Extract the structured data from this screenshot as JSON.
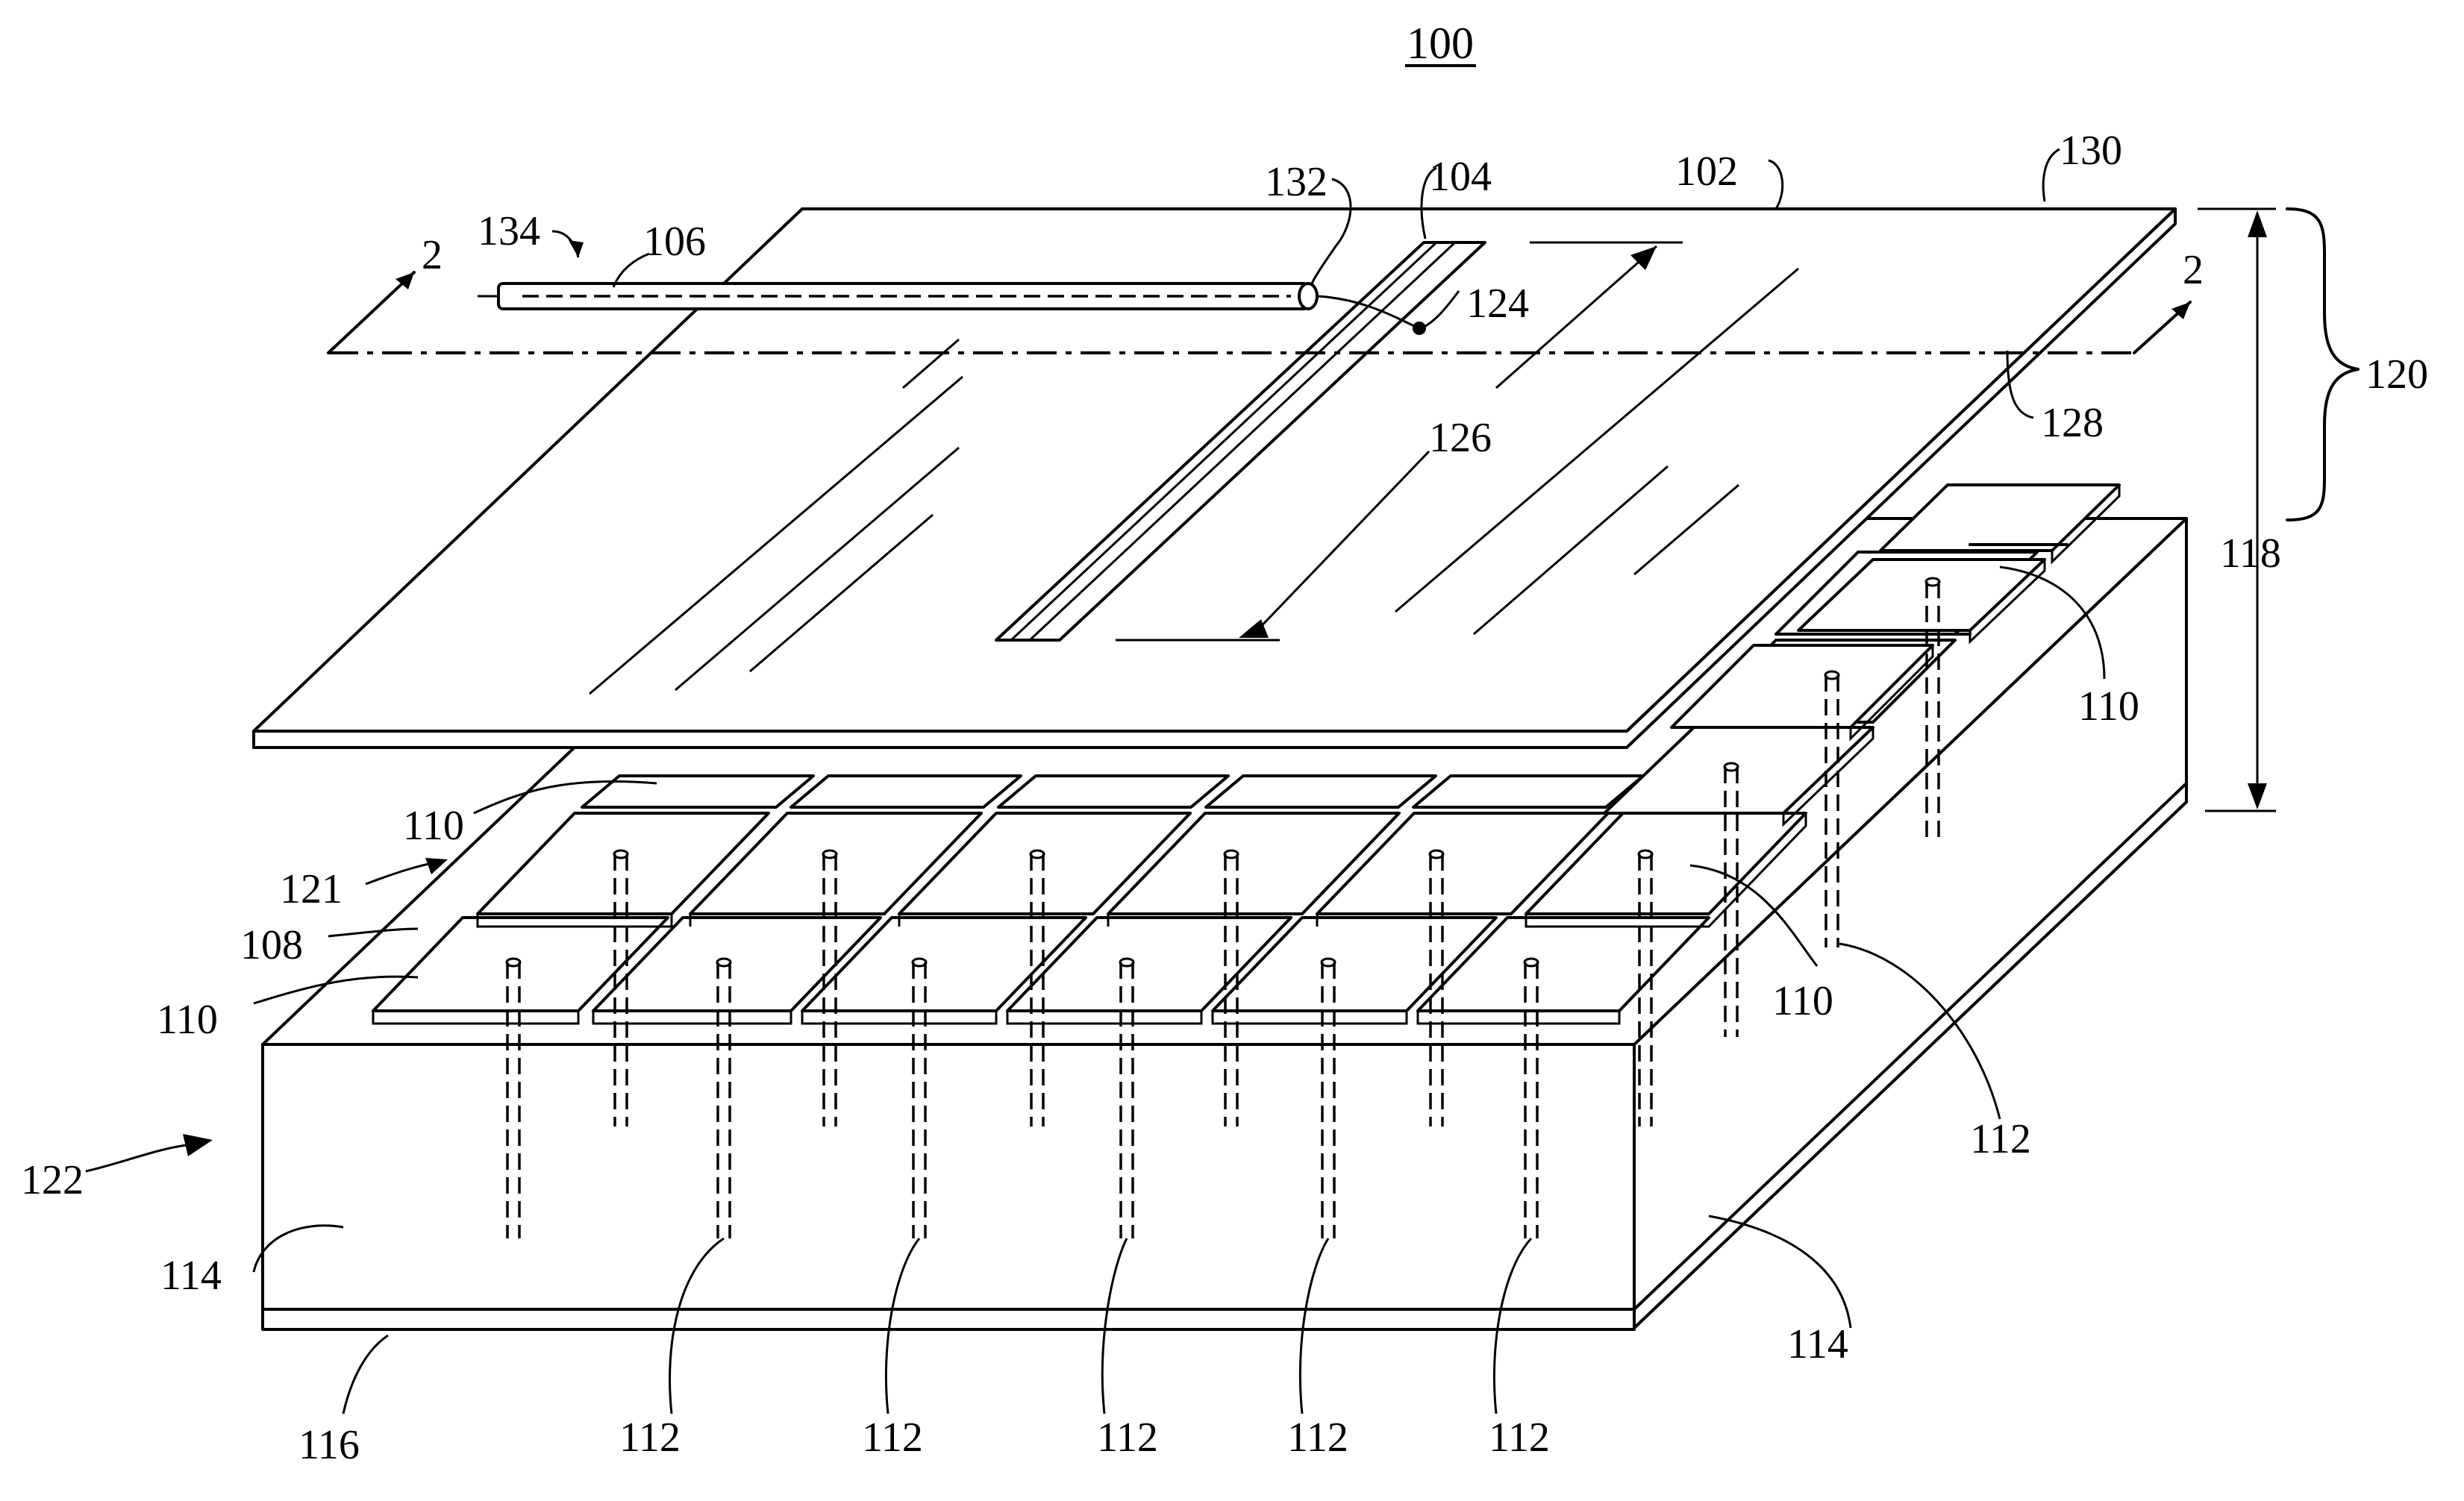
{
  "figure": {
    "title": "100",
    "labels": {
      "l102": "102",
      "l104": "104",
      "l106": "106",
      "l108": "108",
      "l110a": "110",
      "l110b": "110",
      "l110c": "110",
      "l110d": "110",
      "l112a": "112",
      "l112b": "112",
      "l112c": "112",
      "l112d": "112",
      "l112e": "112",
      "l112f": "112",
      "l114a": "114",
      "l114b": "114",
      "l116": "116",
      "l118": "118",
      "l120": "120",
      "l121": "121",
      "l122": "122",
      "l124": "124",
      "l126": "126",
      "l128": "128",
      "l130": "130",
      "l132": "132",
      "l134": "134",
      "sec2a": "2",
      "sec2b": "2"
    }
  }
}
